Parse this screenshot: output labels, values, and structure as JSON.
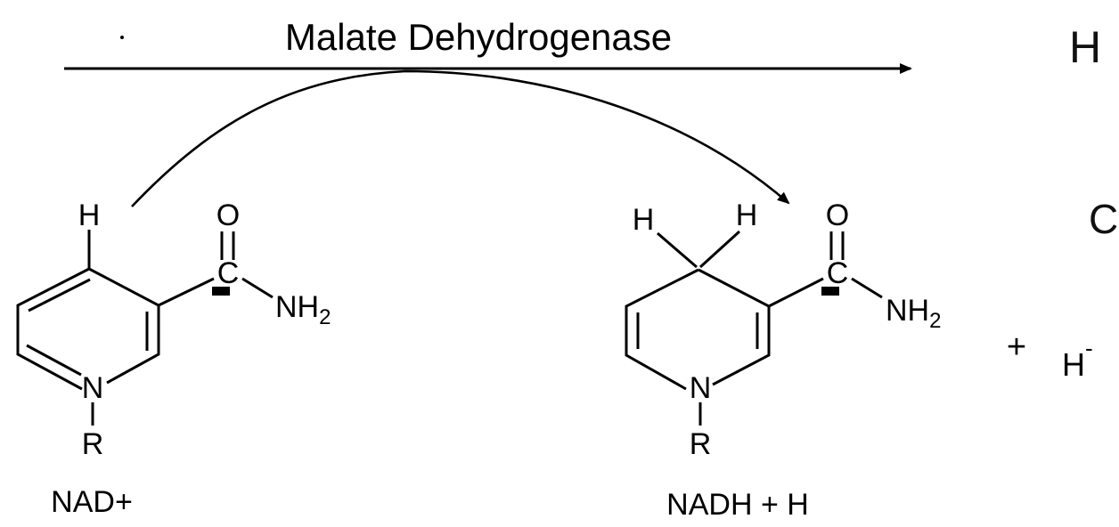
{
  "reaction": {
    "enzyme_label": "Malate Dehydrogenase",
    "reactant_name": "NAD+",
    "product_name": "NADH + H",
    "plus_sign": "+",
    "hydride_label": "H",
    "hydride_charge": "-"
  },
  "nad_plus": {
    "atom_h": "H",
    "atom_o": "O",
    "atom_c": "C",
    "amide_group": "NH",
    "amide_subscript": "2",
    "ring_n": "N",
    "substituent_r": "R"
  },
  "nadh": {
    "atom_h1": "H",
    "atom_h2": "H",
    "atom_o": "O",
    "atom_c": "C",
    "amide_group": "NH",
    "amide_subscript": "2",
    "ring_n": "N",
    "substituent_r": "R"
  },
  "cropped_right_edge": {
    "letter_top": "H",
    "letter_middle": "C"
  },
  "colors": {
    "ink": "#000000",
    "background": "#ffffff"
  }
}
